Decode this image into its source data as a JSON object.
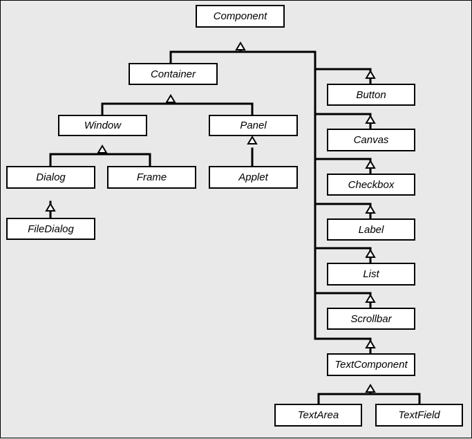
{
  "diagram": {
    "nodes": {
      "component": "Component",
      "container": "Container",
      "window": "Window",
      "panel": "Panel",
      "dialog": "Dialog",
      "frame": "Frame",
      "applet": "Applet",
      "filedialog": "FileDialog",
      "button": "Button",
      "canvas": "Canvas",
      "checkbox": "Checkbox",
      "label": "Label",
      "list": "List",
      "scrollbar": "Scrollbar",
      "textcomponent": "TextComponent",
      "textarea": "TextArea",
      "textfield": "TextField"
    },
    "edges": [
      [
        "container",
        "component"
      ],
      [
        "button",
        "component"
      ],
      [
        "canvas",
        "component"
      ],
      [
        "checkbox",
        "component"
      ],
      [
        "label",
        "component"
      ],
      [
        "list",
        "component"
      ],
      [
        "scrollbar",
        "component"
      ],
      [
        "textcomponent",
        "component"
      ],
      [
        "window",
        "container"
      ],
      [
        "panel",
        "container"
      ],
      [
        "dialog",
        "window"
      ],
      [
        "frame",
        "window"
      ],
      [
        "filedialog",
        "dialog"
      ],
      [
        "applet",
        "panel"
      ],
      [
        "textarea",
        "textcomponent"
      ],
      [
        "textfield",
        "textcomponent"
      ]
    ]
  }
}
